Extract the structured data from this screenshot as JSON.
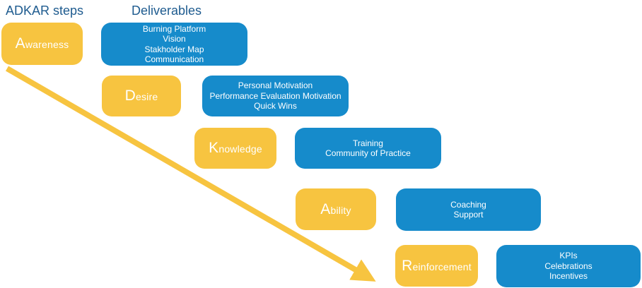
{
  "title": "ADKAR steps and deliverables staircase diagram",
  "colors": {
    "step_box": "#F7C440",
    "deliverable_box": "#168BCB",
    "heading_text": "#1E5B8F",
    "box_text": "#FFFFFF",
    "arrow": "#F7C440",
    "background": "#FFFFFF"
  },
  "headings": {
    "steps": "ADKAR steps",
    "deliverables": "Deliverables"
  },
  "rows": [
    {
      "step": "Awareness",
      "step_initial": "A",
      "step_rest": "wareness",
      "deliverables": [
        "Burning Platform",
        "Vision",
        "Stakholder Map",
        "Communication"
      ]
    },
    {
      "step": "Desire",
      "step_initial": "D",
      "step_rest": "esire",
      "deliverables": [
        "Personal Motivation",
        "Performance Evaluation Motivation",
        "Quick Wins"
      ]
    },
    {
      "step": "Knowledge",
      "step_initial": "K",
      "step_rest": "nowledge",
      "deliverables": [
        "Training",
        "Community of Practice"
      ]
    },
    {
      "step": "Ability",
      "step_initial": "A",
      "step_rest": "bility",
      "deliverables": [
        "Coaching",
        "Support"
      ]
    },
    {
      "step": "Reinforcement",
      "step_initial": "R",
      "step_rest": "einforcement",
      "deliverables": [
        "KPIs",
        "Celebrations",
        "Incentives"
      ]
    }
  ]
}
